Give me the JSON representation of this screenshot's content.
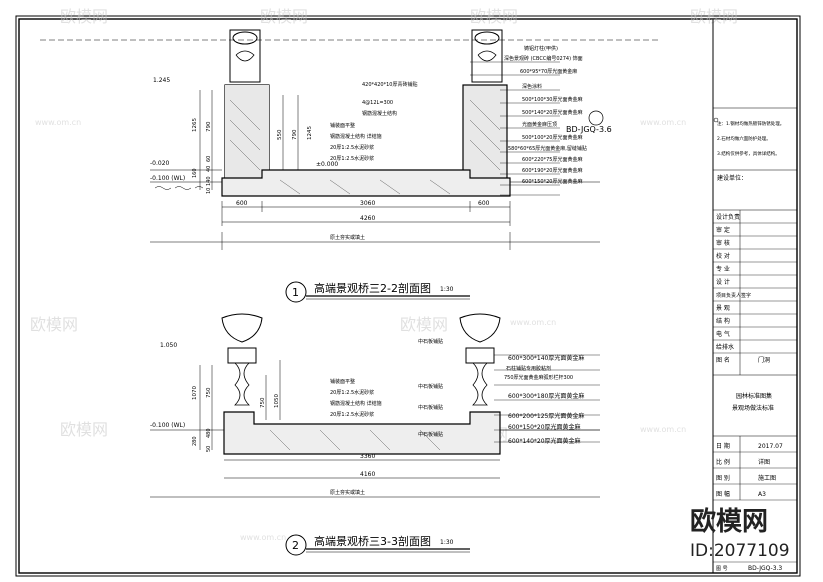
{
  "watermark": {
    "text": "欧模网",
    "site": "www.om.cn"
  },
  "top_section": {
    "number": "1",
    "title": "高端景观桥三2-2剖面图",
    "scale": "1:30",
    "level_top": "1.245",
    "level_water1": "-0.020",
    "level_water2": "-0.100 (WL)",
    "level_deck": "±0.000",
    "dims_bottom": [
      "600",
      "3060",
      "600",
      "4260"
    ],
    "dims_left": [
      "1265",
      "790",
      "60",
      "40",
      "160",
      "140",
      "10"
    ],
    "dims_inner": [
      "550",
      "790",
      "1245"
    ],
    "base_label": "原土夯实或填土",
    "inner_notes": [
      "420*420*10厚青砖铺贴",
      "4@12L=300",
      "钢筋混凝土结构",
      "铺装面平整",
      "钢筋混凝土结构 详结施",
      "20厚1:2.5水泥砂浆",
      "20厚1:2.5水泥砂浆"
    ],
    "right_notes": [
      "铸铝灯柱(甲供)",
      "深色景观砖 (CBCC编号0274) 饰面",
      "600*95*70厚光面黄金麻",
      "深色涂料",
      "500*100*30厚光面黄金麻",
      "500*140*20厚光面黄金麻",
      "光面黄金麻压顶",
      "500*100*20厚光面黄金麻",
      "580*60*65厚光面黄金麻,留缝铺贴",
      "600*220*75厚光面黄金麻",
      "600*190*20厚光面黄金麻",
      "600*150*20厚光面黄金麻"
    ],
    "ref_tag": "BD-JGQ-3.6"
  },
  "bottom_section": {
    "number": "2",
    "title": "高端景观桥三3-3剖面图",
    "scale": "1:30",
    "level_top": "1.050",
    "level_water": "-0.100 (WL)",
    "dims_bottom": [
      "3360",
      "4160"
    ],
    "dims_left": [
      "1070",
      "750",
      "480",
      "280",
      "50"
    ],
    "dims_inner": [
      "750",
      "1050"
    ],
    "base_label": "原土夯实或填土",
    "inner_notes": [
      "铺装面平整",
      "20厚1:2.5水泥砂浆",
      "钢筋混凝土结构 详结施",
      "20厚1:2.5水泥砂浆"
    ],
    "right_notes": [
      "中石板铺贴",
      "600*300*140厚光面黄金麻",
      "石柱铺贴专用胶粘剂",
      "750厚光面黄金麻弧形栏杆300",
      "中石板铺贴",
      "600*300*180厚光面黄金麻",
      "中石板铺贴",
      "600*200*125厚光面黄金麻",
      "600*150*20厚光面黄金麻",
      "中石板铺贴",
      "600*140*20厚光面黄金麻"
    ]
  },
  "title_block": {
    "notes": [
      "注：1.钢材均做热镀锌防锈处理。",
      "2.石材均做六面防护处理。",
      "3.结构仅供参考，具体详结构。"
    ],
    "revision_label": "建设单位：",
    "rows": [
      {
        "label": "设计负责",
        "value": ""
      },
      {
        "label": "审 定",
        "value": ""
      },
      {
        "label": "审 核",
        "value": ""
      },
      {
        "label": "校 对",
        "value": ""
      },
      {
        "label": "专 业",
        "value": ""
      },
      {
        "label": "设 计",
        "value": ""
      },
      {
        "label": "项目负责人签字",
        "value": ""
      },
      {
        "label": "景 观",
        "value": ""
      },
      {
        "label": "结 构",
        "value": ""
      },
      {
        "label": "电 气",
        "value": ""
      },
      {
        "label": "给排水",
        "value": ""
      },
      {
        "label": "图 名",
        "value": "门洞"
      }
    ],
    "project_name": "园林标准图集",
    "project_sub": "景观场做法标准",
    "date_label": "日 期",
    "date_value": "2017.07",
    "drawer_label": "比 例",
    "drawer_value": "详图",
    "stage_label": "图 别",
    "stage_value": "施工图",
    "size_label": "图 幅",
    "size_value": "A3",
    "drawing_no_label": "图 号",
    "drawing_no": "BD-JGQ-3.3"
  },
  "brand": {
    "logo": "欧模网",
    "id": "ID:2077109"
  }
}
